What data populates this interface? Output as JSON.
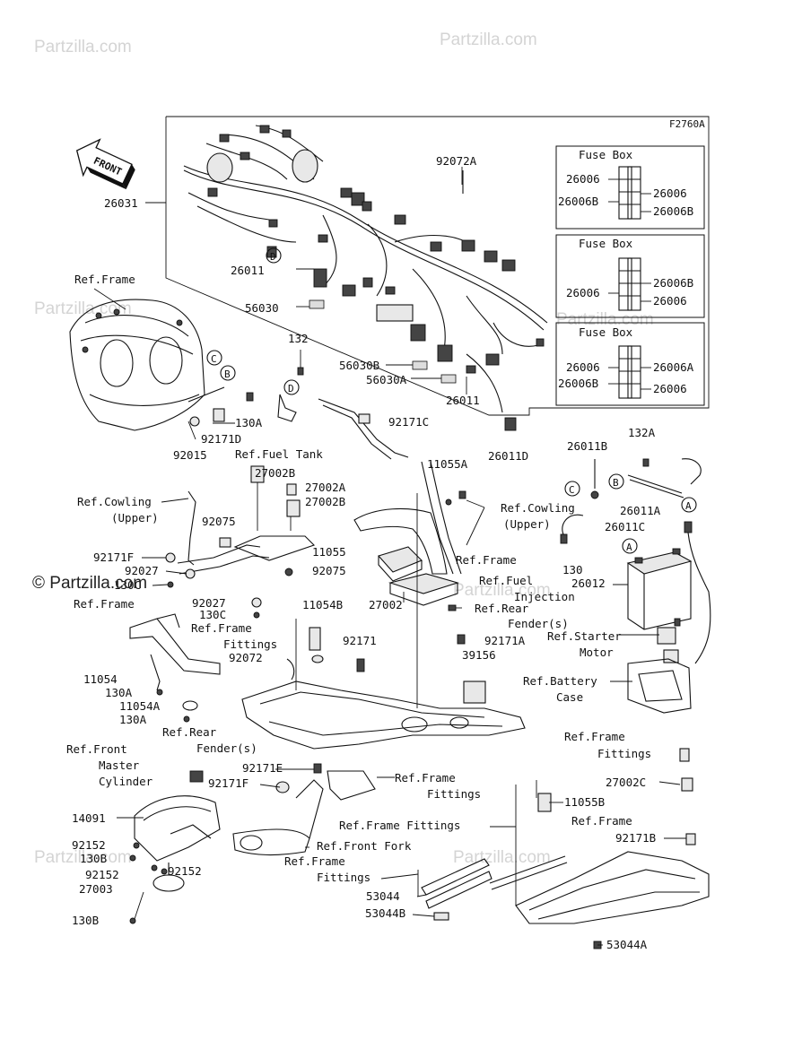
{
  "figure_id": "F2760A",
  "front_label": "FRONT",
  "watermark": "Partzilla.com",
  "copyright": "© Partzilla.com",
  "fuse_boxes": [
    {
      "title": "Fuse Box",
      "labels": [
        "26006",
        "26006B",
        "26006",
        "26006B"
      ]
    },
    {
      "title": "Fuse Box",
      "labels": [
        "26006B",
        "26006",
        "26006"
      ]
    },
    {
      "title": "Fuse Box",
      "labels": [
        "26006",
        "26006B",
        "26006A",
        "26006"
      ]
    }
  ],
  "callouts": [
    "A",
    "B",
    "C",
    "D"
  ],
  "labels": {
    "l26031": "26031",
    "l92072a": "92072A",
    "l26011_top": "26011",
    "l56030": "56030",
    "l56030b": "56030B",
    "l56030a": "56030A",
    "l26011_mid": "26011",
    "l26011d": "26011D",
    "l132": "132",
    "l92171c": "92171C",
    "l130a": "130A",
    "l92171d": "92171D",
    "l92015": "92015",
    "l27002b_1": "27002B",
    "l27002a": "27002A",
    "l27002b_2": "27002B",
    "l11055a": "11055A",
    "l92075_1": "92075",
    "l11055": "11055",
    "l92075_2": "92075",
    "l92171f_1": "92171F",
    "l92027_1": "92027",
    "l130c_1": "130C",
    "l92027_2": "92027",
    "l130c_2": "130C",
    "l27002": "27002",
    "l11054b": "11054B",
    "l92171": "92171",
    "l92171a": "92171A",
    "l39156": "39156",
    "l92072": "92072",
    "l11054": "11054",
    "l130a_2": "130A",
    "l11054a": "11054A",
    "l130a_3": "130A",
    "l26011b": "26011B",
    "l132a": "132A",
    "l26011a": "26011A",
    "l26011c": "26011C",
    "l130": "130",
    "l26012": "26012",
    "l92171e": "92171E",
    "l92171f_2": "92171F",
    "l14091": "14091",
    "l92152_1": "92152",
    "l130b_1": "130B",
    "l92152_2": "92152",
    "l92152_3": "92152",
    "l27003": "27003",
    "l130b_2": "130B",
    "l11055b": "11055B",
    "l27002c": "27002C",
    "l92171b": "92171B",
    "l53044": "53044",
    "l53044b": "53044B",
    "l53044a": "53044A"
  },
  "refs": {
    "ref_frame_1": "Ref.Frame",
    "ref_fuel_tank": "Ref.Fuel Tank",
    "ref_cowling_1a": "Ref.Cowling",
    "ref_cowling_1b": "(Upper)",
    "ref_cowling_2a": "Ref.Cowling",
    "ref_cowling_2b": "(Upper)",
    "ref_frame_2": "Ref.Frame",
    "ref_frame_3": "Ref.Frame",
    "ref_fuel_inj_a": "Ref.Fuel",
    "ref_fuel_inj_b": "Injection",
    "ref_rear_fender_1a": "Ref.Rear",
    "ref_rear_fender_1b": "Fender(s)",
    "ref_frame_fittings_1a": "Ref.Frame",
    "ref_frame_fittings_1b": "Fittings",
    "ref_starter_a": "Ref.Starter",
    "ref_starter_b": "Motor",
    "ref_battery_a": "Ref.Battery",
    "ref_battery_b": "Case",
    "ref_rear_fender_2a": "Ref.Rear",
    "ref_rear_fender_2b": "Fender(s)",
    "ref_front_master_a": "Ref.Front",
    "ref_front_master_b": "Master",
    "ref_front_master_c": "Cylinder",
    "ref_frame_fittings_2a": "Ref.Frame",
    "ref_frame_fittings_2b": "Fittings",
    "ref_frame_fittings_3a": "Ref.Frame",
    "ref_frame_fittings_3b": "Fittings",
    "ref_frame_fittings_4": "Ref.Frame Fittings",
    "ref_frame_4": "Ref.Frame",
    "ref_front_fork": "Ref.Front Fork",
    "ref_frame_fittings_5a": "Ref.Frame",
    "ref_frame_fittings_5b": "Fittings"
  }
}
